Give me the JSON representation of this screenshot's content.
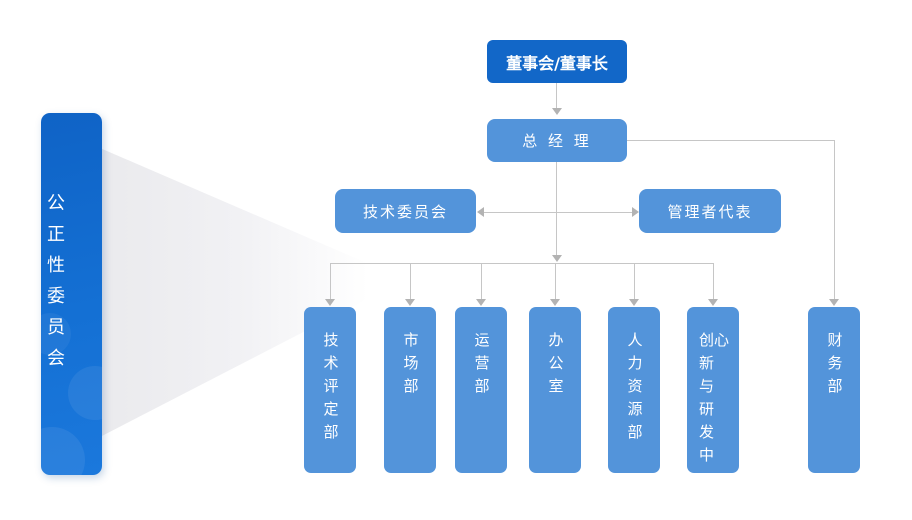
{
  "org_chart": {
    "nodes": {
      "board": "董事会/董事长",
      "general_manager": "总 经 理",
      "technical_committee": "技术委员会",
      "management_representative": "管理者代表",
      "impartiality_committee": "公正性委员会",
      "departments": [
        {
          "label": "技术评定部"
        },
        {
          "label": "市场部"
        },
        {
          "label": "运营部"
        },
        {
          "label": "办公室"
        },
        {
          "label": "人力资源部"
        },
        {
          "label": "创新与研发中心"
        },
        {
          "label": "财务部"
        }
      ]
    },
    "hierarchy_note": "董事会/董事长 → 总经理 → (技术委员会, 管理者代表) → 技术评定部/市场部/运营部/办公室/人力资源部/创新与研发中心/财务部; 公正性委员会 为独立侧栏",
    "colors": {
      "primary_dark_blue": "#1267c8",
      "node_medium_blue": "#5394da",
      "sidebar_gradient_start": "#0f63c6",
      "sidebar_gradient_end": "#1b78dc",
      "connector_gray": "#c6c6c6",
      "arrow_gray": "#b3b3b3",
      "beam_gray": "#eaeaed",
      "text_white": "#ffffff",
      "background": "#ffffff"
    }
  }
}
